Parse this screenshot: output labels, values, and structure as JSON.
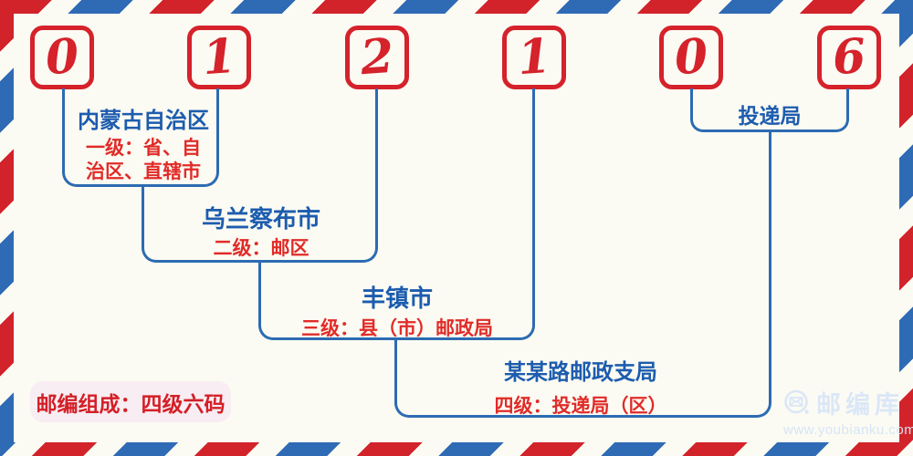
{
  "code": {
    "digits": [
      "0",
      "1",
      "2",
      "1",
      "0",
      "6"
    ]
  },
  "levels": [
    {
      "name": "内蒙古自治区",
      "desc_line1": "一级：省、自",
      "desc_line2": "治区、直辖市"
    },
    {
      "name": "乌兰察布市",
      "desc": "二级：邮区"
    },
    {
      "name": "丰镇市",
      "desc": "三级：县（市）邮政局"
    },
    {
      "name": "某某路邮政支局",
      "desc": "四级：投递局（区）"
    },
    {
      "name": "投递局"
    }
  ],
  "badge": {
    "text": "邮编组成：四级六码"
  },
  "watermark": {
    "brand": "邮编库",
    "url": "www.youbianku.com"
  },
  "colors": {
    "background": "#fbfbf3",
    "stripe_red": "#d2232a",
    "stripe_blue": "#2f6ab5",
    "digit_red": "#d5222b",
    "line_blue": "#2d6bb2",
    "name_blue": "#1d5cae",
    "desc_red": "#e12b28",
    "badge_bg": "#f7edf2",
    "badge_red": "#d31f27",
    "watermark_blue": "#dbe7f7"
  }
}
